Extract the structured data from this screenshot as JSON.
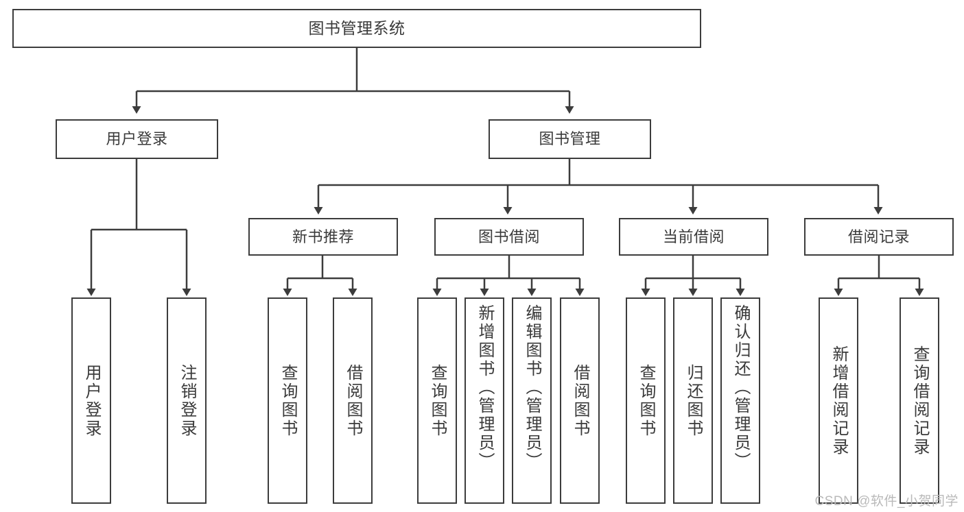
{
  "diagram": {
    "type": "hierarchy-tree",
    "title": "图书管理系统",
    "watermark": "CSDN @软件_小贺同学",
    "colors": {
      "line": "#3c3c3c",
      "text": "#3a3a3a",
      "background": "#ffffff",
      "watermark": "#b9b9b9"
    },
    "nodes": {
      "root": {
        "label": "图书管理系统"
      },
      "level1": [
        {
          "label": "用户登录"
        },
        {
          "label": "图书管理"
        }
      ],
      "level2": [
        {
          "label": "新书推荐"
        },
        {
          "label": "图书借阅"
        },
        {
          "label": "当前借阅"
        },
        {
          "label": "借阅记录"
        }
      ],
      "leaves": {
        "user_login": [
          {
            "label": "用户登录"
          },
          {
            "label": "注销登录"
          }
        ],
        "new_book": [
          {
            "label": "查询图书"
          },
          {
            "label": "借阅图书"
          }
        ],
        "book_borrow": [
          {
            "label": "查询图书"
          },
          {
            "label": "新增图书（管理员）"
          },
          {
            "label": "编辑图书（管理员）"
          },
          {
            "label": "借阅图书"
          }
        ],
        "current_borrow": [
          {
            "label": "查询图书"
          },
          {
            "label": "归还图书"
          },
          {
            "label": "确认归还（管理员）"
          }
        ],
        "borrow_record": [
          {
            "label": "新增借阅记录"
          },
          {
            "label": "查询借阅记录"
          }
        ]
      }
    }
  }
}
